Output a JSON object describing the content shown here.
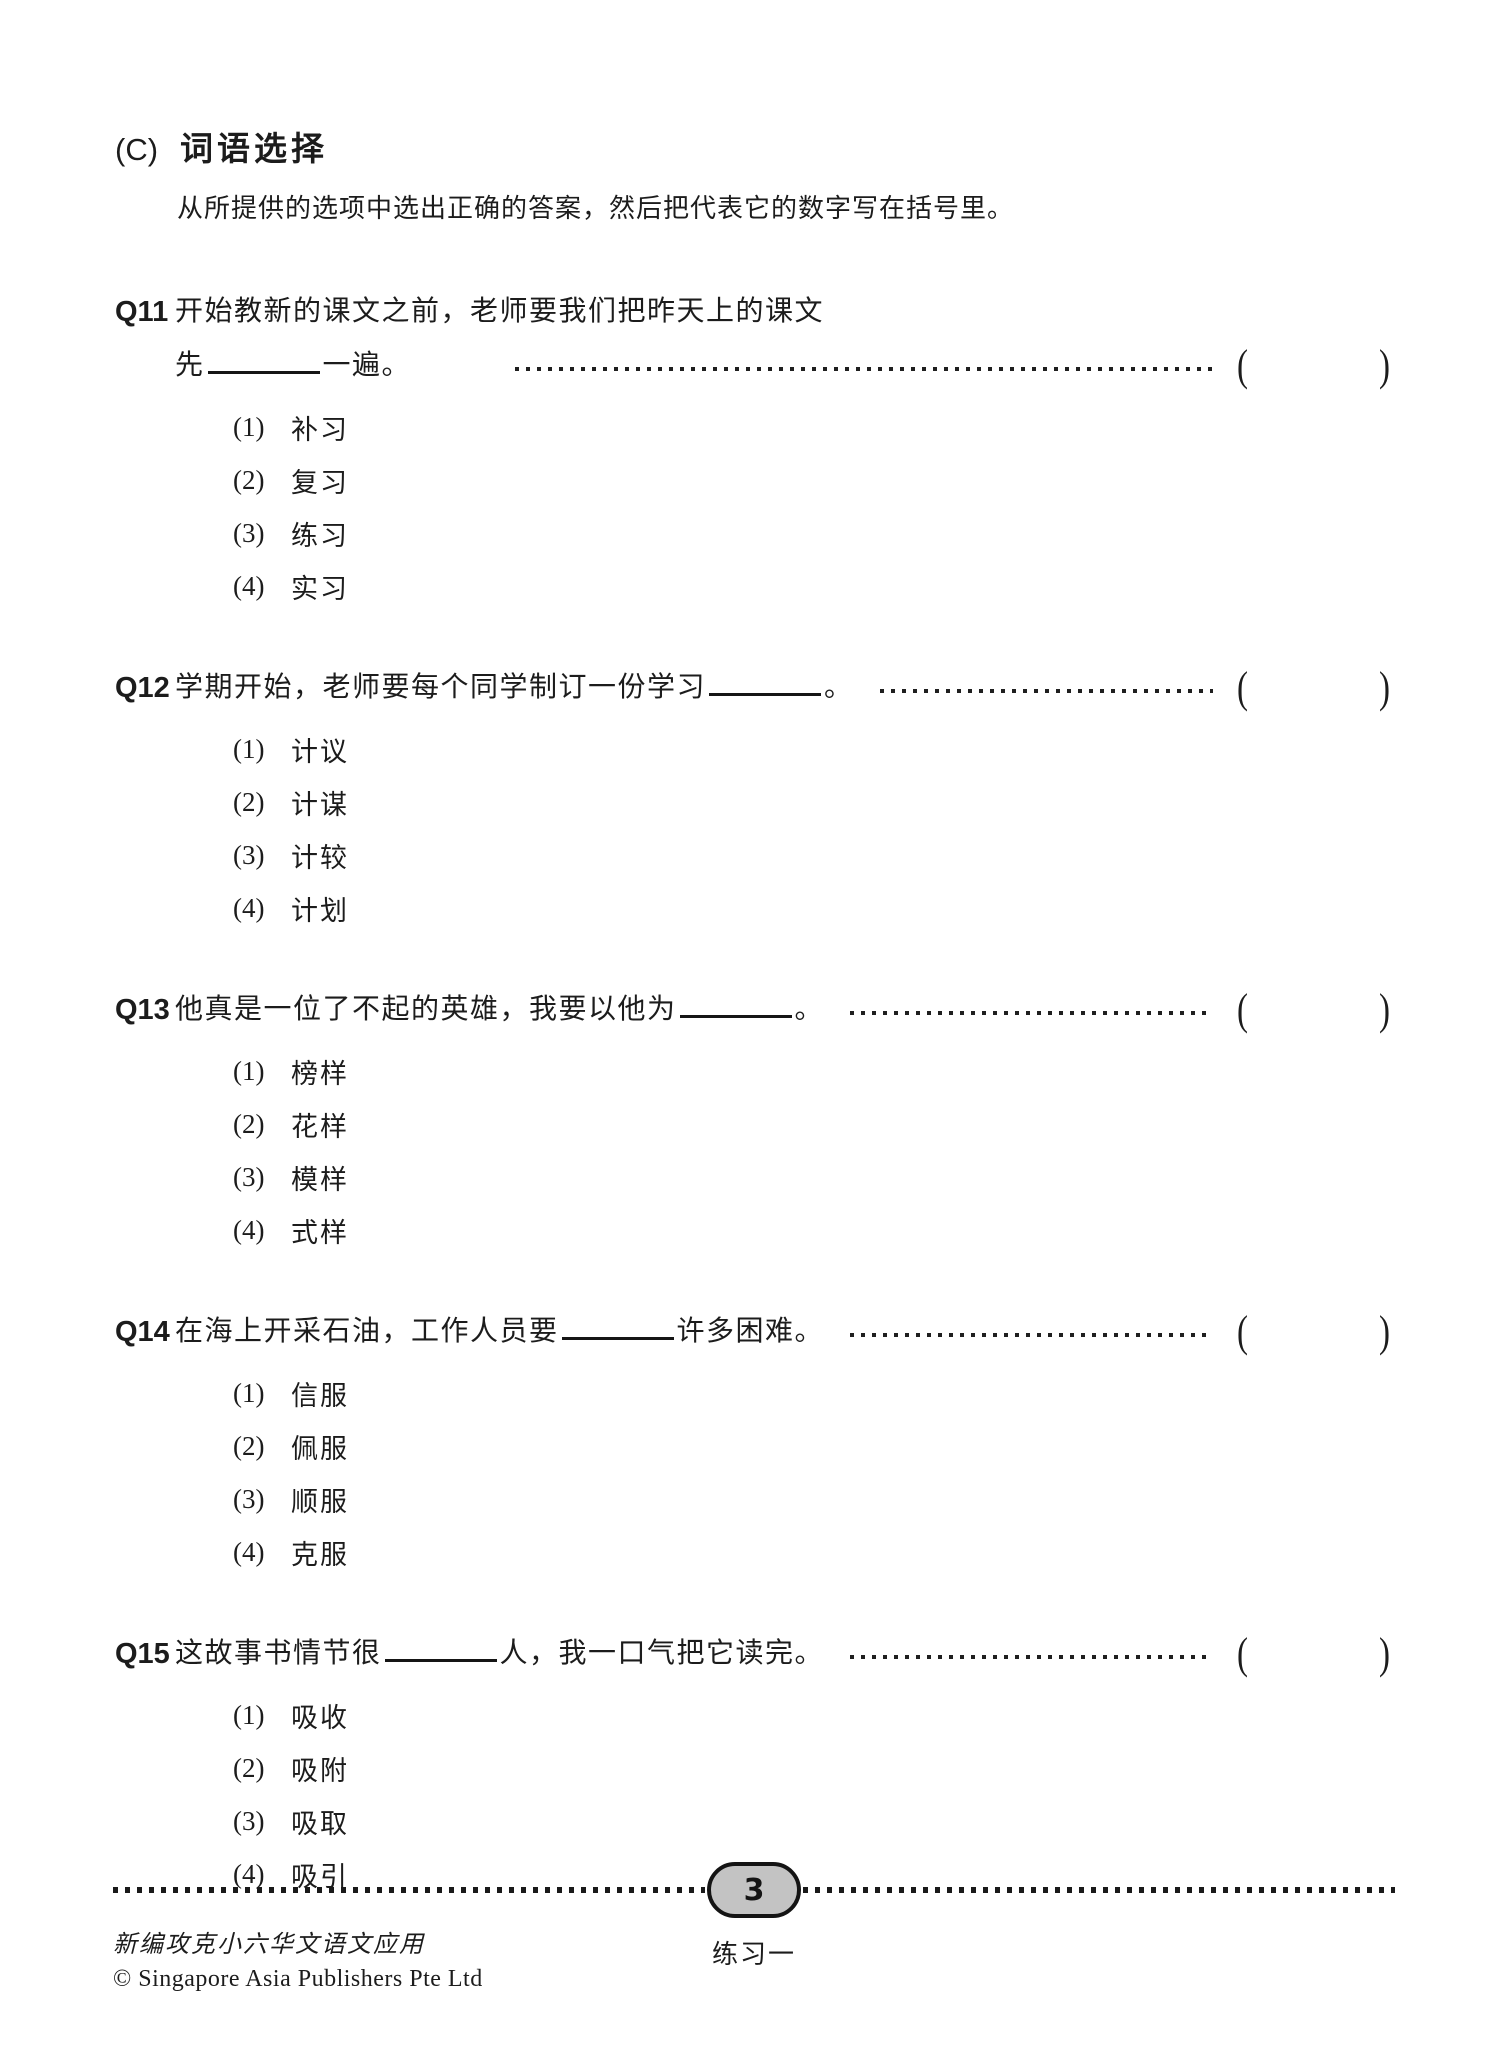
{
  "section": {
    "label": "(C)",
    "title": "词语选择",
    "instruction": "从所提供的选项中选出正确的答案，然后把代表它的数字写在括号里。"
  },
  "brackets": {
    "open": "(",
    "close": ")"
  },
  "questions": [
    {
      "number": "Q11",
      "line1": "开始教新的课文之前，老师要我们把昨天上的课文",
      "pre": "先",
      "post": "一遍。",
      "options": [
        {
          "num": "(1)",
          "text": "补习"
        },
        {
          "num": "(2)",
          "text": "复习"
        },
        {
          "num": "(3)",
          "text": "练习"
        },
        {
          "num": "(4)",
          "text": "实习"
        }
      ]
    },
    {
      "number": "Q12",
      "pre": "学期开始，老师要每个同学制订一份学习",
      "post": "。",
      "options": [
        {
          "num": "(1)",
          "text": "计议"
        },
        {
          "num": "(2)",
          "text": "计谋"
        },
        {
          "num": "(3)",
          "text": "计较"
        },
        {
          "num": "(4)",
          "text": "计划"
        }
      ]
    },
    {
      "number": "Q13",
      "pre": "他真是一位了不起的英雄，我要以他为",
      "post": "。",
      "options": [
        {
          "num": "(1)",
          "text": "榜样"
        },
        {
          "num": "(2)",
          "text": "花样"
        },
        {
          "num": "(3)",
          "text": "模样"
        },
        {
          "num": "(4)",
          "text": "式样"
        }
      ]
    },
    {
      "number": "Q14",
      "pre": "在海上开采石油，工作人员要",
      "post": "许多困难。",
      "options": [
        {
          "num": "(1)",
          "text": "信服"
        },
        {
          "num": "(2)",
          "text": "佩服"
        },
        {
          "num": "(3)",
          "text": "顺服"
        },
        {
          "num": "(4)",
          "text": "克服"
        }
      ]
    },
    {
      "number": "Q15",
      "pre": "这故事书情节很",
      "post": "人，我一口气把它读完。",
      "options": [
        {
          "num": "(1)",
          "text": "吸收"
        },
        {
          "num": "(2)",
          "text": "吸附"
        },
        {
          "num": "(3)",
          "text": "吸取"
        },
        {
          "num": "(4)",
          "text": "吸引"
        }
      ]
    }
  ],
  "footer": {
    "page_number": "3",
    "exercise_label": "练习一",
    "book_title": "新编攻克小六华文语文应用",
    "copyright": "© Singapore Asia Publishers Pte Ltd"
  },
  "colors": {
    "text": "#1c1c1c",
    "background": "#ffffff",
    "badge_fill": "#c3c3c3",
    "badge_border": "#141414"
  }
}
